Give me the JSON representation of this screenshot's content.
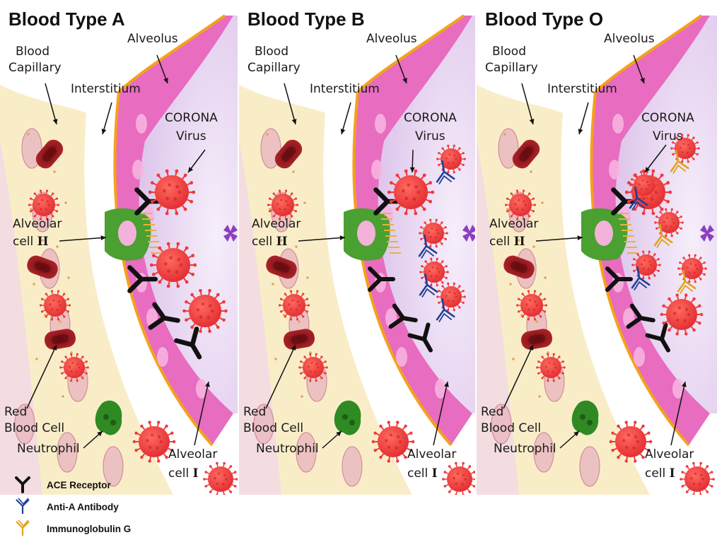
{
  "panels": [
    {
      "title": "Blood Type A",
      "antibody": "none"
    },
    {
      "title": "Blood Type B",
      "antibody": "anti-a"
    },
    {
      "title": "Blood Type O",
      "antibody": "mixed"
    }
  ],
  "labels": {
    "alveolus": "Alveolus",
    "blood": "Blood",
    "capillary": "Capillary",
    "interstitium": "Interstitium",
    "corona": "CORONA",
    "virus": "Virus",
    "alveolar": "Alveolar",
    "cell": "cell",
    "roman_two": "II",
    "roman_one": "I",
    "red": "Red",
    "blood_cell": "Blood Cell",
    "neutrophil": "Neutrophil"
  },
  "legend": [
    {
      "label": "ACE Receptor",
      "icon": "ace-receptor-icon",
      "color": "#111111"
    },
    {
      "label": "Anti-A Antibody",
      "icon": "antibody-icon",
      "color": "#1f3f96"
    },
    {
      "label": "Immunoglobulin G",
      "icon": "antibody-icon",
      "color": "#e0a21c"
    }
  ],
  "colors": {
    "virus": "#ee3a3a",
    "rbc": "#9e1b22",
    "capillary": "#f3dde0",
    "interstitium": "#f9edc8",
    "epithelium": "#e86cc0",
    "membrane": "#f4a11b",
    "alveolus_space": "#ead7f1",
    "anti_a": "#1f3f96",
    "igg": "#e0a21c",
    "neutrophil": "#2f8a23"
  }
}
